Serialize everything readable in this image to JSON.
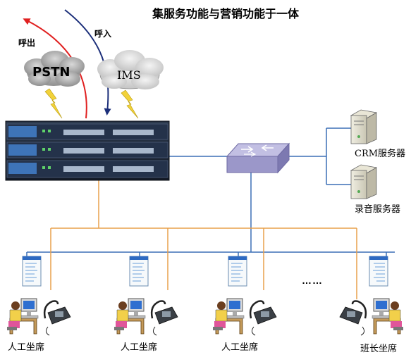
{
  "title": "集服务功能与营销功能于一体",
  "calls": {
    "outbound_label": "呼出",
    "inbound_label": "呼入"
  },
  "networks": {
    "pstn_label": "PSTN",
    "ims_label": "IMS"
  },
  "servers": {
    "crm_label": "CRM服务器",
    "recording_label": "录音服务器"
  },
  "seats": [
    {
      "label": "人工坐席"
    },
    {
      "label": "人工坐席"
    },
    {
      "label": "人工坐席"
    },
    {
      "label": "班长坐席"
    }
  ],
  "more_seats_label": "……",
  "colors": {
    "outbound_arrow": "#e02020",
    "inbound_arrow": "#1c2f7a",
    "data_network_line": "#3b6fb6",
    "voice_line": "#e8a04a",
    "switch": "#9b97c9",
    "cloud": "#a8a8a8",
    "lightning": "#f2d23a"
  }
}
